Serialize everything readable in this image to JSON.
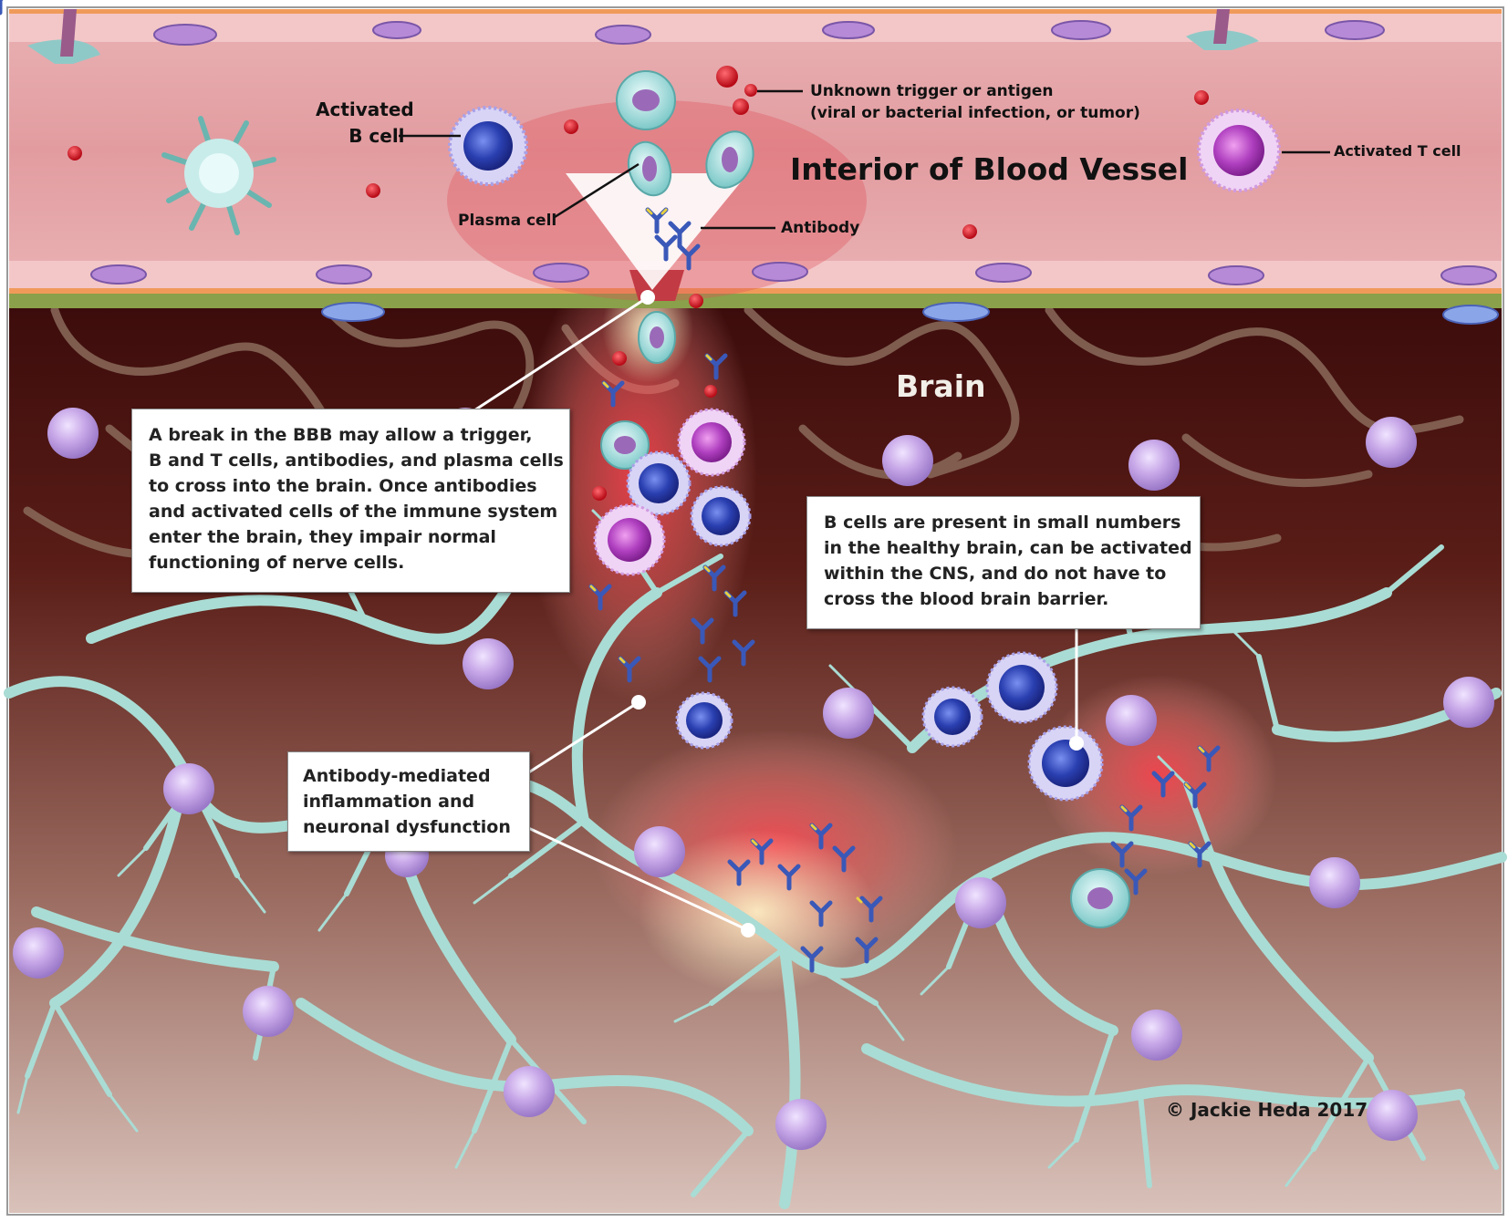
{
  "header": {
    "title": "Interior of Blood Vessel",
    "region_label": "Brain"
  },
  "labels": {
    "activated_b_cell": [
      "Activated",
      "B cell"
    ],
    "plasma_cell": "Plasma cell",
    "antibody": "Antibody",
    "unknown_trigger": [
      "Unknown trigger or antigen",
      "(viral or bacterial infection, or tumor)"
    ],
    "activated_t_cell": "Activated T cell"
  },
  "callouts": {
    "bbb_break": [
      "A break in the BBB may allow a trigger,",
      "B and T cells, antibodies, and plasma cells",
      "to cross into the brain. Once antibodies",
      "and activated cells of the immune system",
      "enter the brain, they impair normal",
      "functioning of nerve cells."
    ],
    "b_cells_present": [
      "B cells are present  in small numbers",
      "in the healthy brain, can be activated",
      "within the CNS, and do not have to",
      "cross the blood brain barrier."
    ],
    "antibody_inflammation": [
      "Antibody-mediated",
      "inflammation and",
      "neuronal dysfunction"
    ]
  },
  "copyright": "© Jackie Heda 2017",
  "colors": {
    "vessel": "#e7a9ac",
    "vessel_wall": "#f2c5c6",
    "vessel_edge": "#f0a060",
    "brain_dark": "#3a0c0c",
    "brain_light": "#d8bfb6",
    "glia": "#a8d8d0",
    "neuron": "#c6a6e0",
    "b_cell": "#3048b8",
    "t_cell": "#b050c8",
    "antigen": "#d0202a",
    "inflammation": "#e84850"
  }
}
